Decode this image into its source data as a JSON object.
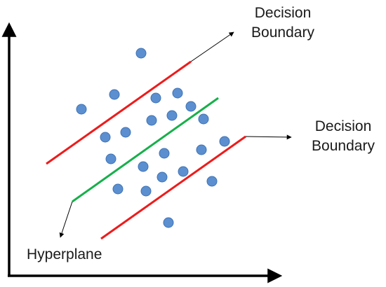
{
  "labels": {
    "top_boundary": [
      "Decision",
      "Boundary"
    ],
    "right_boundary": [
      "Decision",
      "Boundary"
    ],
    "hyperplane": "Hyperplane"
  },
  "colors": {
    "points": "#5b8fd0",
    "point_outline": "#3f73b5",
    "boundary": "#ee1b1b",
    "hyperplane": "#16b04a",
    "axes": "#000000",
    "text": "#1a1a1a"
  },
  "icons": {
    "axis_arrows": "arrowhead",
    "label_pointers": "arrow"
  }
}
